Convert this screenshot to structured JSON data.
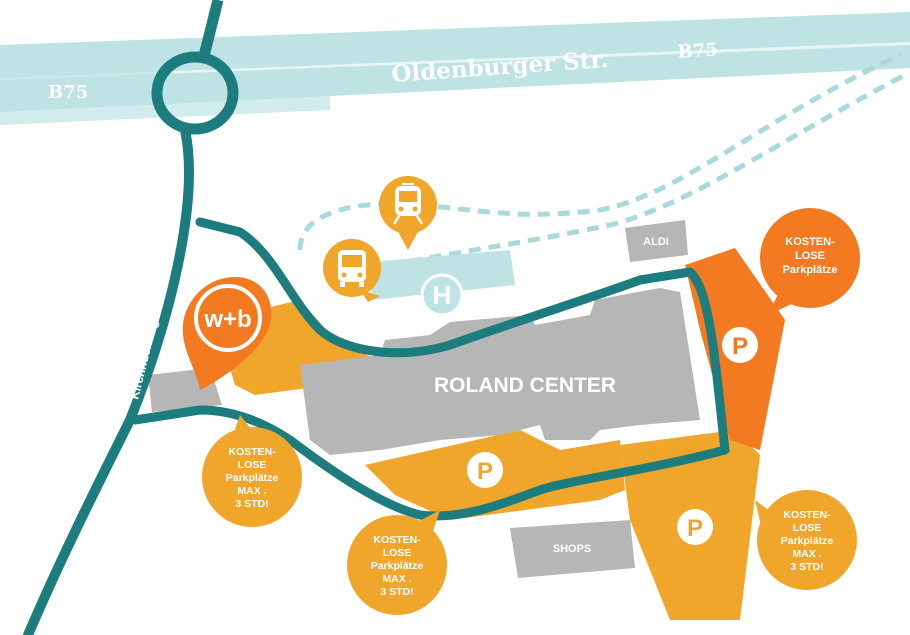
{
  "roads": {
    "b75_left": "B75",
    "b75_right": "B75",
    "main_street": "Oldenburger Str.",
    "side_street": "Kirchhuchtinger Landstraße"
  },
  "buildings": {
    "center": "ROLAND CENTER",
    "aldi": "ALDI",
    "shops": "SHOPS"
  },
  "hospital_letter": "H",
  "logo": "w+b",
  "parking_letter": "P",
  "callouts": {
    "c1": [
      "KOSTEN-",
      "LOSE",
      "Parkplätze"
    ],
    "c2": [
      "KOSTEN-",
      "LOSE",
      "Parkplätze",
      "MAX .",
      "3 STD!"
    ],
    "c3": [
      "KOSTEN-",
      "LOSE",
      "Parkplätze",
      "MAX .",
      "3 STD!"
    ],
    "c4": [
      "KOSTEN-",
      "LOSE",
      "Parkplätze",
      "MAX .",
      "3 STD!"
    ]
  },
  "colors": {
    "road_light": "#bfe3e4",
    "road_teal": "#1d7d7e",
    "building_gray": "#b6b6b6",
    "parking_yellow": "#f0a62a",
    "parking_orange": "#f37a20",
    "white": "#ffffff"
  },
  "icons": [
    "train-icon",
    "bus-icon"
  ]
}
